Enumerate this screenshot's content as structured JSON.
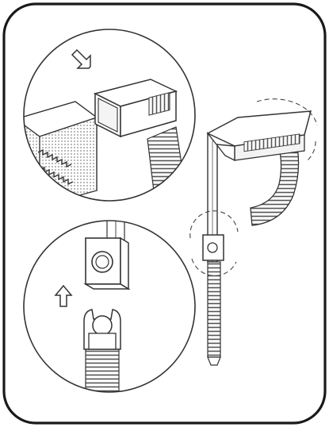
{
  "figure": {
    "frame_color": "#1a1a1a",
    "line_color": "#333333",
    "halftone_color": "#8a8a8a",
    "background": "#ffffff"
  },
  "panels": [
    {
      "id": "detail-top",
      "content": "strap-end-inserting-into-buckle",
      "arrow_icon": "arrow-down-left-icon"
    },
    {
      "id": "detail-bottom",
      "content": "buckle-sliding-onto-strap-hook",
      "arrow_icon": "arrow-up-icon"
    }
  ],
  "main_view": {
    "content": "assembled-hanging-strap"
  }
}
